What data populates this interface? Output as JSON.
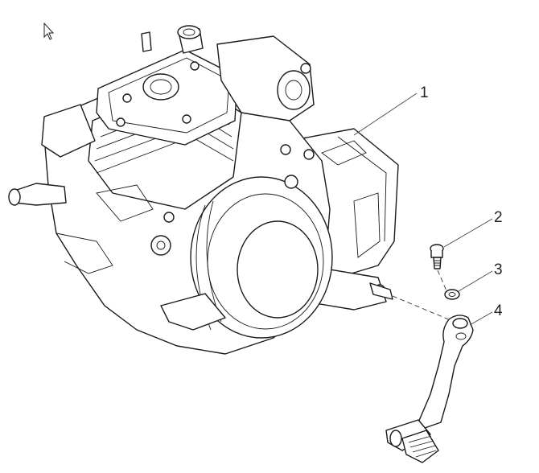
{
  "callouts": [
    {
      "label": "1"
    },
    {
      "label": "2"
    },
    {
      "label": "3"
    },
    {
      "label": "4"
    }
  ],
  "icons": {
    "cursor": "mouse-pointer-icon"
  }
}
